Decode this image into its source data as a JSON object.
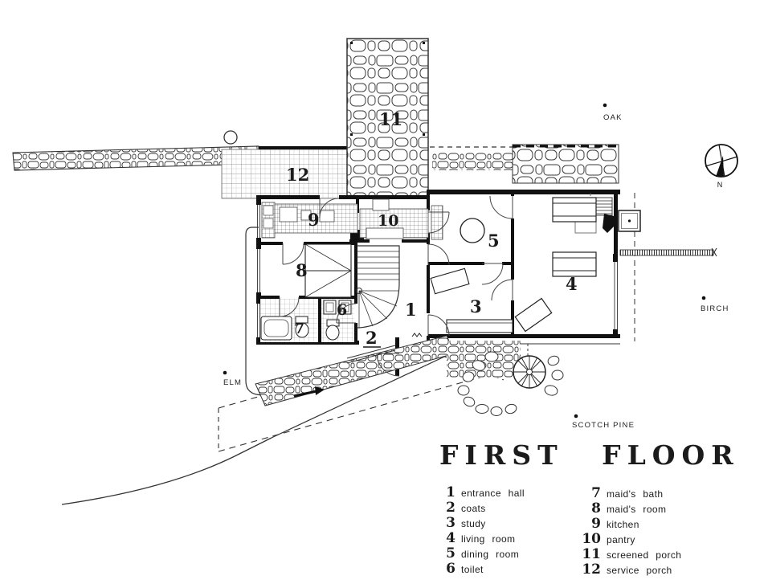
{
  "title": "FIRST FLOOR",
  "compass": {
    "north": "N"
  },
  "site": {
    "oak": "OAK",
    "birch": "BIRCH",
    "elm": "ELM",
    "scotch_pine": "SCOTCH PINE"
  },
  "rooms": {
    "r1": "1",
    "r2": "2",
    "r3": "3",
    "r4": "4",
    "r5": "5",
    "r6": "6",
    "r7": "7",
    "r8": "8",
    "r9": "9",
    "r10": "10",
    "r11": "11",
    "r12": "12"
  },
  "legend": {
    "left": [
      {
        "num": "1",
        "label": "entrance hall"
      },
      {
        "num": "2",
        "label": "coats"
      },
      {
        "num": "3",
        "label": "study"
      },
      {
        "num": "4",
        "label": "living room"
      },
      {
        "num": "5",
        "label": "dining room"
      },
      {
        "num": "6",
        "label": "toilet"
      }
    ],
    "right": [
      {
        "num": "7",
        "label": "maid's bath"
      },
      {
        "num": "8",
        "label": "maid's room"
      },
      {
        "num": "9",
        "label": "kitchen"
      },
      {
        "num": "10",
        "label": "pantry"
      },
      {
        "num": "11",
        "label": "screened porch"
      },
      {
        "num": "12",
        "label": "service porch"
      }
    ]
  }
}
